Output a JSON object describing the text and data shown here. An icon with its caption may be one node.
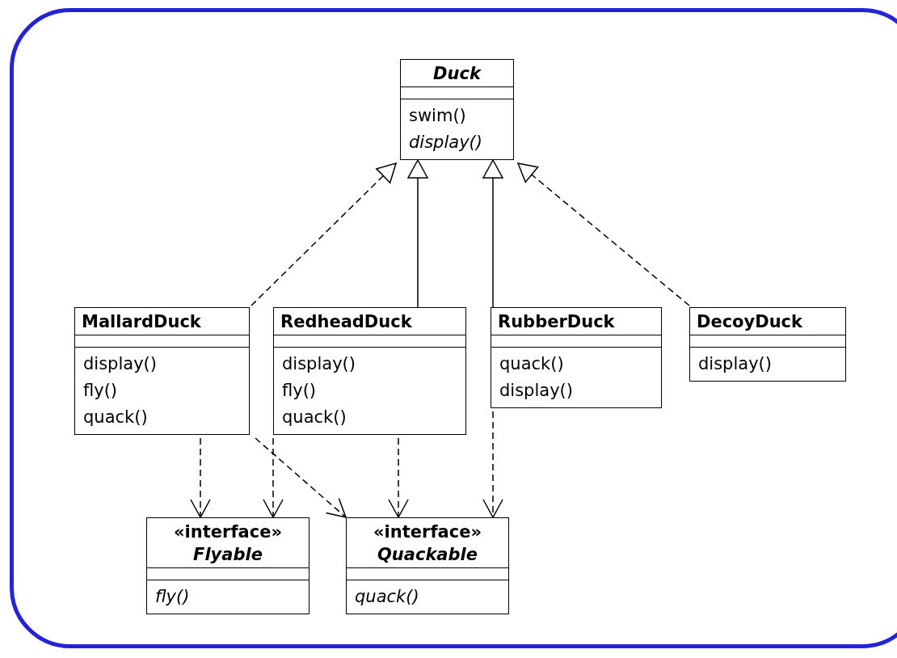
{
  "diagram": {
    "nodes": [
      {
        "text": [
          "Duck",
          "swim()",
          "display()"
        ]
      },
      {
        "text": [
          "MallardDuck",
          "display()",
          "fly()",
          "quack()"
        ]
      },
      {
        "text": [
          "RedheadDuck",
          "display()",
          "fly()",
          "quack()"
        ]
      },
      {
        "text": [
          "RubberDuck",
          "quack()",
          "display()"
        ]
      },
      {
        "text": [
          "DecoyDuck",
          "display()"
        ]
      },
      {
        "text": [
          "«interface»",
          "Flyable",
          "fly()"
        ]
      },
      {
        "text": [
          "«interface»",
          "Quackable",
          "quack()"
        ]
      }
    ],
    "edges": [
      {
        "from": 1,
        "to": 0,
        "arrow": "to",
        "style": "dashed"
      },
      {
        "from": 2,
        "to": 0,
        "arrow": "to"
      },
      {
        "from": 3,
        "to": 0,
        "arrow": "to"
      },
      {
        "from": 4,
        "to": 0,
        "arrow": "to",
        "style": "dashed"
      },
      {
        "from": 1,
        "to": 5,
        "arrow": "to",
        "style": "dashed"
      },
      {
        "from": 2,
        "to": 5,
        "arrow": "to",
        "style": "dashed"
      },
      {
        "from": 1,
        "to": 6,
        "arrow": "to",
        "style": "dashed"
      },
      {
        "from": 2,
        "to": 6,
        "arrow": "to",
        "style": "dashed"
      },
      {
        "from": 3,
        "to": 6,
        "arrow": "to",
        "style": "dashed"
      }
    ]
  }
}
